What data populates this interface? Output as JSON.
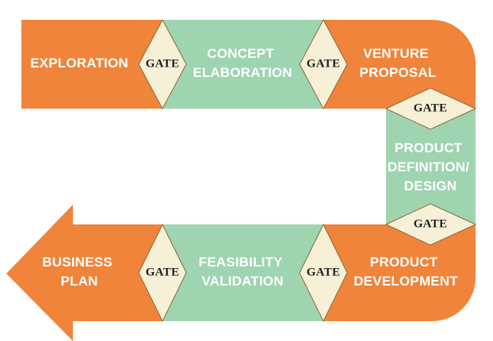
{
  "colors": {
    "orange": "#f0843a",
    "green": "#9ed4b0",
    "gate_fill": "#f6f0d6",
    "gate_stroke": "#8a6a3a",
    "text_light": "#ffffff",
    "text_dark": "#1c1c1c"
  },
  "stages": [
    {
      "id": "exploration",
      "lines": [
        "EXPLORATION"
      ]
    },
    {
      "id": "concept-elaboration",
      "lines": [
        "CONCEPT",
        "ELABORATION"
      ]
    },
    {
      "id": "venture-proposal",
      "lines": [
        "VENTURE",
        "PROPOSAL"
      ]
    },
    {
      "id": "product-definition-design",
      "lines": [
        "PRODUCT",
        "DEFINITION/",
        "DESIGN"
      ]
    },
    {
      "id": "product-development",
      "lines": [
        "PRODUCT",
        "DEVELOPMENT"
      ]
    },
    {
      "id": "feasibility-validation",
      "lines": [
        "FEASIBILITY",
        "VALIDATION"
      ]
    },
    {
      "id": "business-plan",
      "lines": [
        "BUSINESS",
        "PLAN"
      ]
    }
  ],
  "gate_label": "GATE"
}
